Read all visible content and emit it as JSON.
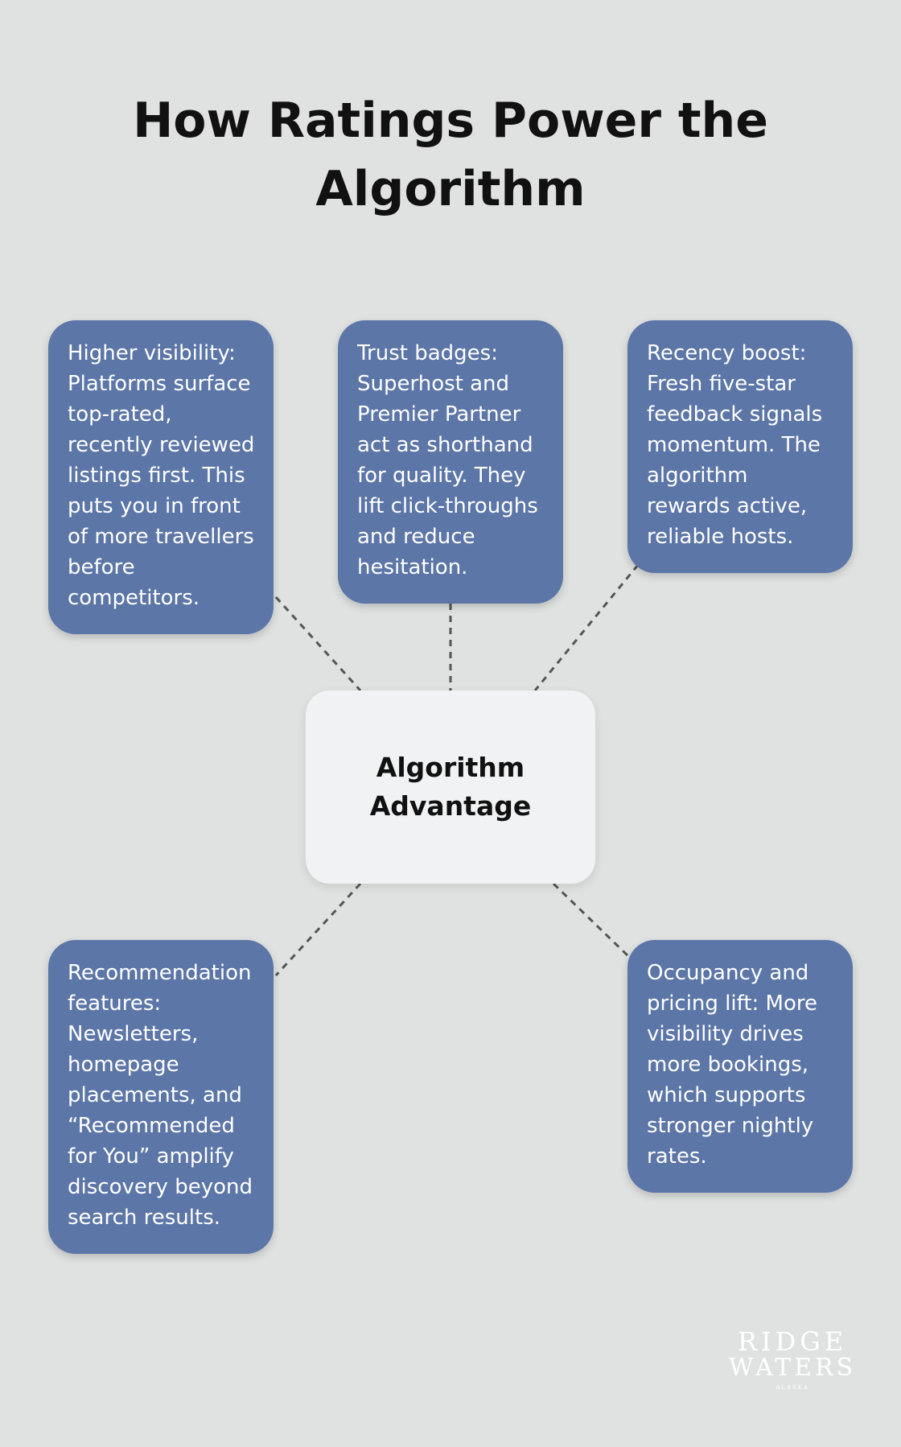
{
  "title": "How Ratings Power the Algorithm",
  "center": {
    "label": "Algorithm Advantage"
  },
  "nodes": [
    {
      "text": "Higher visibility: Platforms surface top-rated, recently reviewed listings first. This puts you in front of more travellers before competitors."
    },
    {
      "text": "Trust badges: Superhost and Premier Partner act as shorthand for quality. They lift click-throughs and reduce hesitation."
    },
    {
      "text": "Recency boost: Fresh five-star feedback signals momentum. The algorithm rewards active, reliable hosts."
    },
    {
      "text": "Recommendation features: Newsletters, homepage placements, and “Recommended for You” amplify discovery beyond search results."
    },
    {
      "text": "Occupancy and pricing lift: More visibility drives more bookings, which supports stronger nightly rates."
    }
  ],
  "logo": {
    "line1": "RIDGE",
    "line2": "WATERS",
    "line3": "ALASKA"
  },
  "colors": {
    "background": "#e0e2e1",
    "node": "#5c76a8",
    "center": "#f1f2f3",
    "connector": "#555555"
  }
}
